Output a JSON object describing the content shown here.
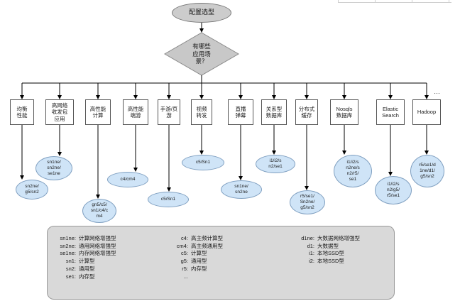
{
  "root": {
    "label": "配置选型"
  },
  "decision": {
    "label": "有哪些\n应用场\n景？"
  },
  "categories": [
    {
      "label": "均衡\n性能",
      "recommend": "sn2ne/\ng5/sn2"
    },
    {
      "label": "高网络\n收发包\n应用",
      "recommend": "sn1ne/\nsn2ne/\nse1ne"
    },
    {
      "label": "高性能\n计算",
      "recommend": "gn5/c5/\nsn1/c4/c\nm4"
    },
    {
      "label": "高性能\n端游",
      "recommend": "c4/cm4"
    },
    {
      "label": "手游/页\n游",
      "recommend": "c5/Sn1"
    },
    {
      "label": "视频\n转发",
      "recommend": "c5/Sn1"
    },
    {
      "label": "直播\n弹幕",
      "recommend": "sn1ne/\nsn2ne"
    },
    {
      "label": "关系型\n数据库",
      "recommend": "i1/i2/s\nn2/se1"
    },
    {
      "label": "分布式\n缓存",
      "recommend": "r5/se1/\nSn2ne/\ng5/sn2"
    },
    {
      "label": "Nosqls\n数据库",
      "recommend": "i1/i2/s\nn2ne/s\nn2/r5/\nse1"
    },
    {
      "label": "Elastic\nSearch",
      "recommend": "i1/i2/s\nn2/g5/\nr5/se1"
    },
    {
      "label": "Hadoop",
      "recommend": "r5/se1/d\n1ne/d1/\ng5/sn2"
    }
  ],
  "more_marker": "…",
  "legend": {
    "col1": [
      {
        "key": "sn1ne:",
        "value": "计算网络增强型"
      },
      {
        "key": "sn2ne:",
        "value": "通用网络增强型"
      },
      {
        "key": "se1ne:",
        "value": "内存网络增强型"
      },
      {
        "key": "sn1:",
        "value": "计算型"
      },
      {
        "key": "sn2:",
        "value": "通用型"
      },
      {
        "key": "se1:",
        "value": "内存型"
      }
    ],
    "col2": [
      {
        "key": "c4:",
        "value": "高主频计算型"
      },
      {
        "key": "cm4:",
        "value": "高主频通用型"
      },
      {
        "key": "c5:",
        "value": "计算型"
      },
      {
        "key": "g5:",
        "value": "通用型"
      },
      {
        "key": "r5:",
        "value": "内存型"
      },
      {
        "key": "...",
        "value": ""
      }
    ],
    "col3": [
      {
        "key": "d1ne:",
        "value": "大数据网络增强型"
      },
      {
        "key": "d1:",
        "value": "大数据型"
      },
      {
        "key": "i1:",
        "value": "本地SSD型"
      },
      {
        "key": "i2:",
        "value": "本地SSD型"
      }
    ]
  },
  "colors": {
    "oval_fill": "#cfe4f7",
    "decision_fill": "#c8c8c8",
    "root_fill": "#cccccc",
    "legend_fill": "#d9d9d9"
  }
}
